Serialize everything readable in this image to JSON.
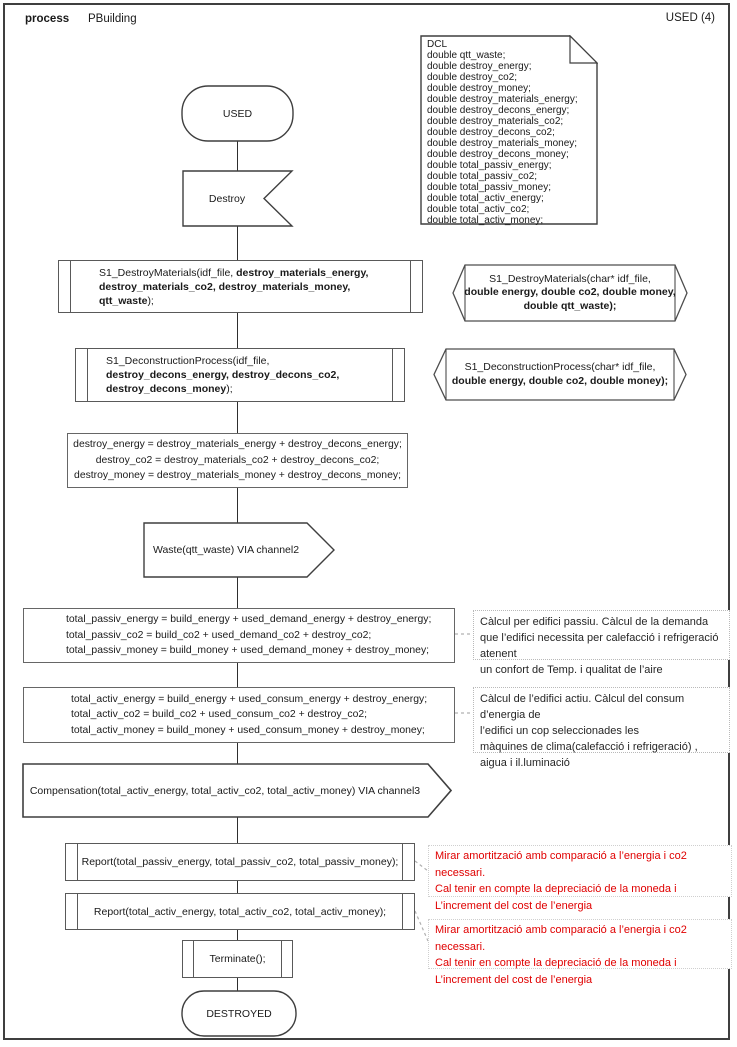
{
  "header": {
    "kind_label": "process",
    "process_name": "PBuilding",
    "usage_badge": "USED (4)"
  },
  "dcl": {
    "lines": [
      "DCL",
      "double qtt_waste;",
      "double destroy_energy;",
      "double destroy_co2;",
      "double destroy_money;",
      "double destroy_materials_energy;",
      "double destroy_decons_energy;",
      "double destroy_materials_co2;",
      "double destroy_decons_co2;",
      "double destroy_materials_money;",
      "double destroy_decons_money;",
      "double total_passiv_energy;",
      "double total_passiv_co2;",
      "double total_passiv_money;",
      "double total_activ_energy;",
      "double total_activ_co2;",
      "double total_activ_money;"
    ]
  },
  "flow": {
    "used_state": "USED",
    "destroy_input": "Destroy",
    "destroy_call": {
      "pre": "S1_DestroyMaterials(idf_file, ",
      "bold": "destroy_materials_energy, destroy_materials_co2, destroy_materials_money, qtt_waste",
      "post": ");"
    },
    "destroy_decl": {
      "line1": "S1_DestroyMaterials(char* idf_file,",
      "bold_lines": [
        "double energy, double co2, double money,",
        "double qtt_waste);"
      ]
    },
    "decons_call": {
      "pre": "S1_DeconstructionProcess(idf_file, ",
      "bold": "destroy_decons_energy, destroy_decons_co2, destroy_decons_money",
      "post": ");"
    },
    "decons_decl": {
      "line1": "S1_DeconstructionProcess(char* idf_file,",
      "bold_lines": [
        "double energy, double co2, double money);"
      ]
    },
    "destroy_calc": {
      "lines": [
        "destroy_energy = destroy_materials_energy + destroy_decons_energy;",
        "destroy_co2 = destroy_materials_co2 + destroy_decons_co2;",
        "destroy_money = destroy_materials_money + destroy_decons_money;"
      ]
    },
    "waste_output": "Waste(qtt_waste) VIA channel2",
    "total_passiv": {
      "lines": [
        "total_passiv_energy = build_energy + used_demand_energy + destroy_energy;",
        "total_passiv_co2 = build_co2 + used_demand_co2 + destroy_co2;",
        "total_passiv_money =  build_money + used_demand_money + destroy_money;"
      ]
    },
    "total_activ": {
      "lines": [
        "total_activ_energy = build_energy + used_consum_energy + destroy_energy;",
        "total_activ_co2 =  build_co2 + used_consum_co2 + destroy_co2;",
        "total_activ_money = build_money + used_consum_money + destroy_money;"
      ]
    },
    "compensation_output": "Compensation(total_activ_energy, total_activ_co2, total_activ_money) VIA channel3",
    "report_passiv": "Report(total_passiv_energy, total_passiv_co2, total_passiv_money);",
    "report_activ": "Report(total_activ_energy, total_activ_co2, total_activ_money);",
    "terminate": "Terminate();",
    "destroyed_state": "DESTROYED"
  },
  "annotations": {
    "passiv_note": {
      "lines": [
        "Càlcul per edifici passiu. Càlcul de la demanda",
        "que l’edifici necessita per calefacció i refrigeració atenent",
        "un confort de Temp.  i qualitat de l’aire"
      ]
    },
    "activ_note": {
      "lines": [
        "Càlcul de l’edifici actiu. Càlcul del consum d’energia de",
        "l’edifici un cop seleccionades les",
        "màquines de clima(calefacció i refrigeració) ,",
        "aigua i il.luminació"
      ]
    },
    "report_passiv_note": {
      "lines": [
        "Mirar amortització amb comparació a l’energia i co2 necessari.",
        "Cal tenir en compte la depreciació de la moneda i",
        "L’increment del cost de l’energia"
      ]
    },
    "report_activ_note": {
      "lines": [
        "Mirar amortització amb comparació a l’energia i co2 necessari.",
        "Cal tenir en compte la depreciació de la moneda i",
        "L’increment del cost de l’energia"
      ]
    }
  },
  "colors": {
    "red": "#e00000",
    "shape_border": "#4d4d4d",
    "note_border": "#b9b9b9"
  }
}
